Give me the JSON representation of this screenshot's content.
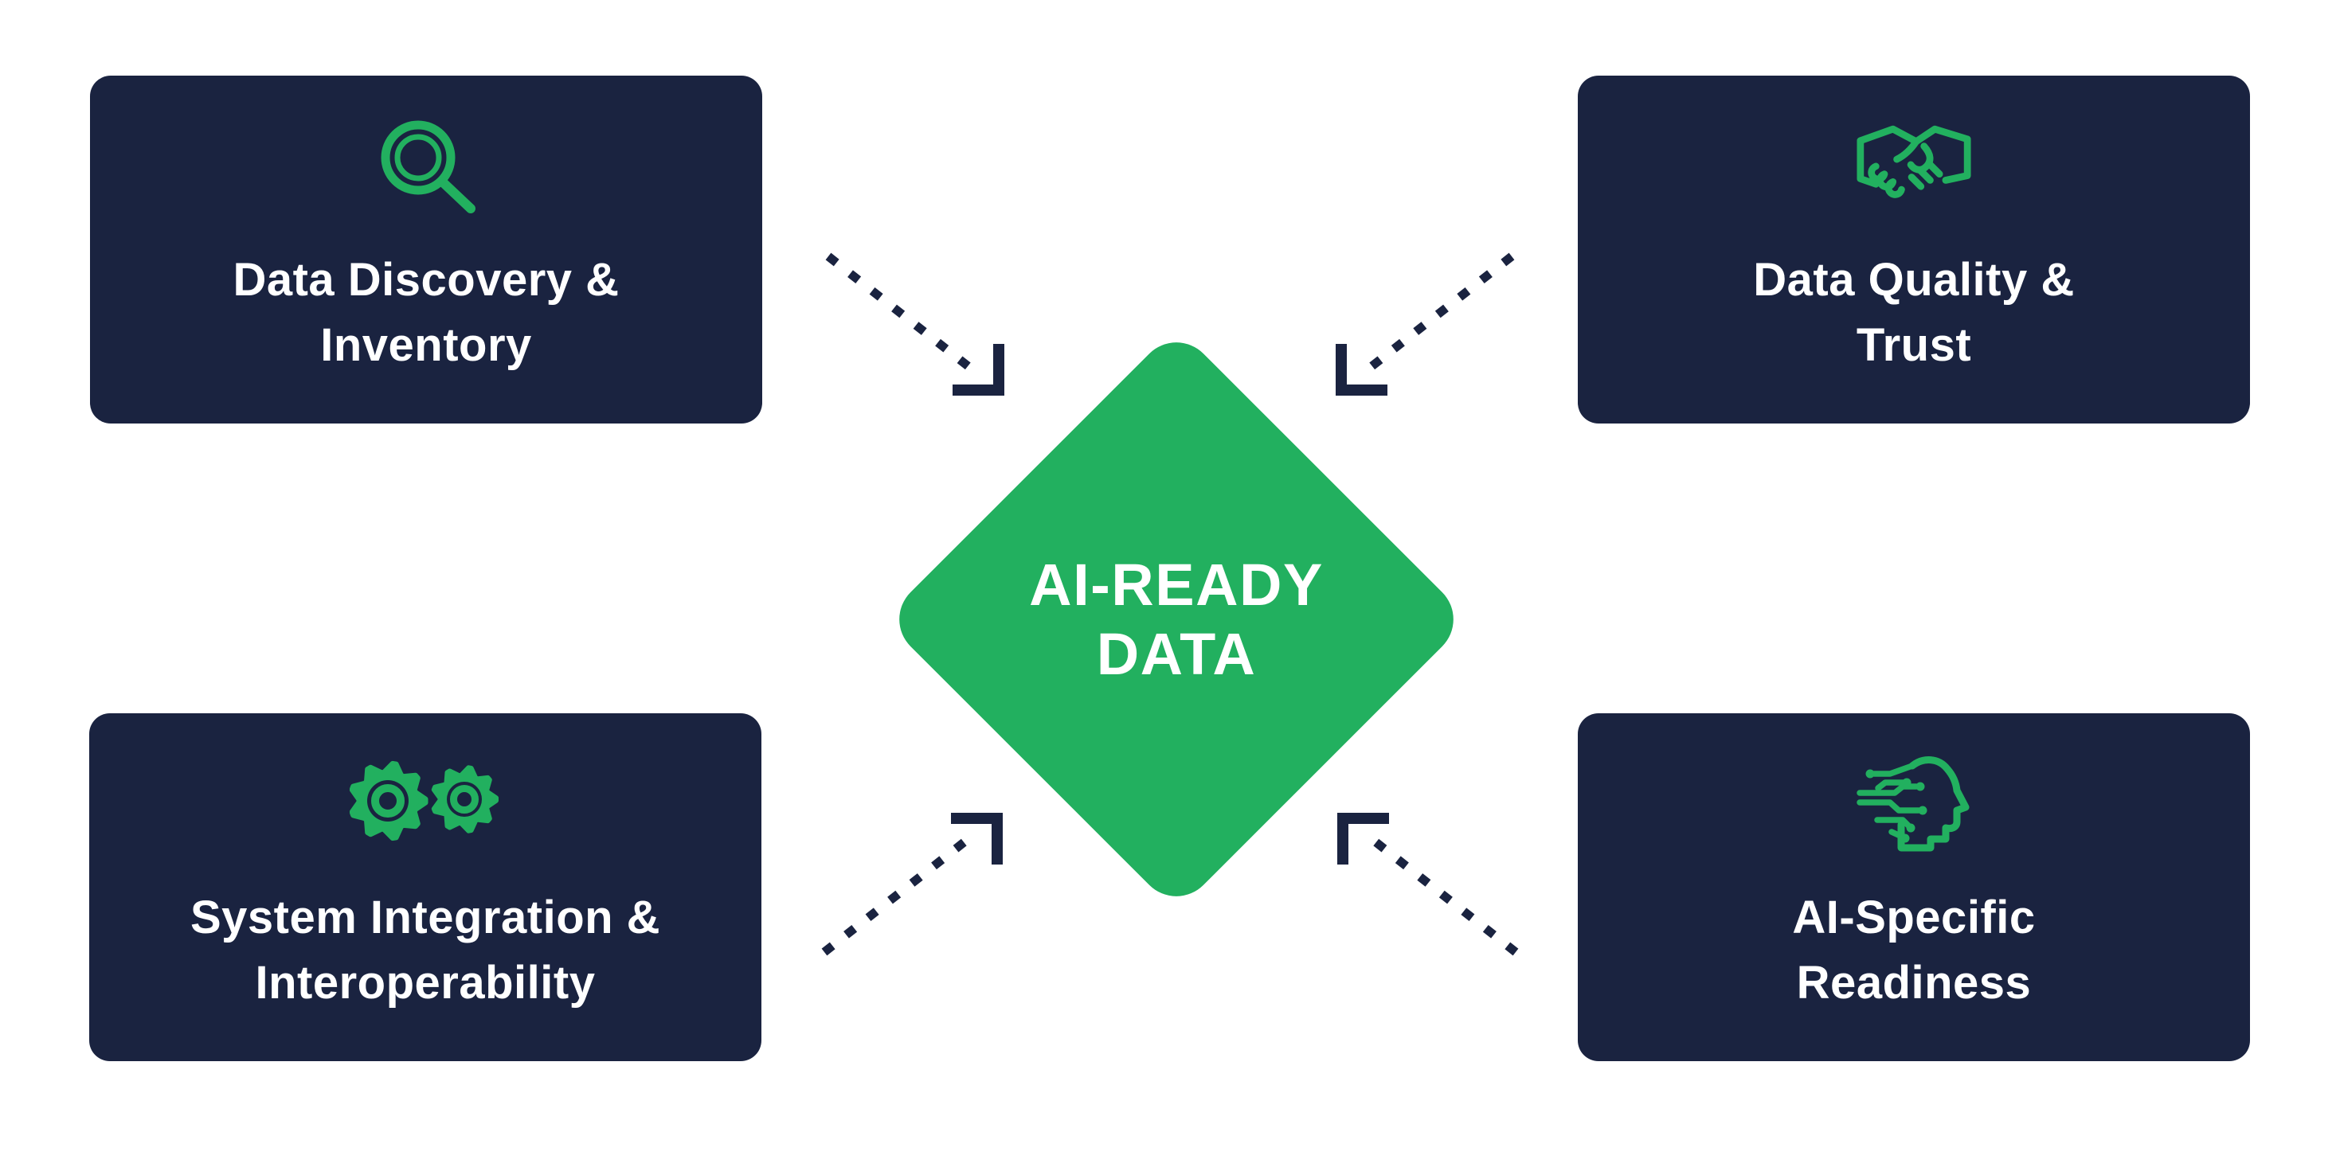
{
  "title": "AI-Ready Data diagram",
  "colors": {
    "navy": "#1A2340",
    "green": "#22B05F",
    "background": "#FFFFFF",
    "text": "#FFFFFF"
  },
  "center_diamond": {
    "line1": "AI-READY",
    "line2": "DATA"
  },
  "cards": [
    {
      "id": "data-discovery-inventory",
      "icon": "magnifier-search-icon",
      "line1": "Data Discovery &",
      "line2": "Inventory"
    },
    {
      "id": "data-quality-trust",
      "icon": "handshake-icon",
      "line1": "Data Quality &",
      "line2": "Trust"
    },
    {
      "id": "system-integration-interoperability",
      "icon": "gears-icon",
      "line1": "System Integration &",
      "line2": "Interoperability"
    },
    {
      "id": "ai-specific-readiness",
      "icon": "ai-head-circuit-icon",
      "line1": "AI-Specific",
      "line2": "Readiness"
    }
  ]
}
